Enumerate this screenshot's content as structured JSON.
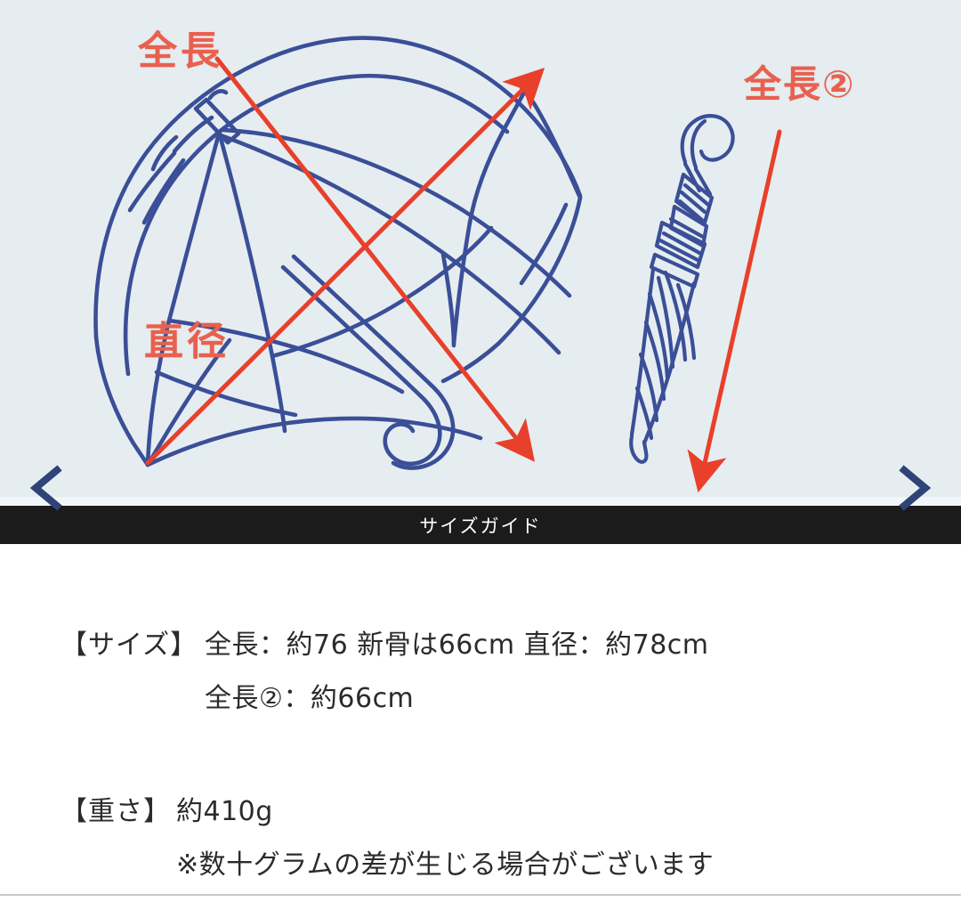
{
  "carousel": {
    "background_color": "#e6edf1",
    "prev_label": "previous-slide",
    "next_label": "next-slide",
    "caption": "サイズガイド",
    "caption_bar_color": "#1b1b1b"
  },
  "diagram": {
    "line_color": "#3a4f97",
    "annotation_color": "#e8604e",
    "annotations": [
      {
        "id": "zenchou",
        "text": "全長"
      },
      {
        "id": "chokkei",
        "text": "直径"
      },
      {
        "id": "zenchou2",
        "text": "全長②"
      }
    ]
  },
  "specs": {
    "size": {
      "key": "【サイズ】",
      "line1": "全長：約76 新骨は66cm  直径：約78cm",
      "line2": "全長②：約66cm"
    },
    "weight": {
      "key": "【重さ】",
      "line1": "約410g",
      "line2": "※数十グラムの差が生じる場合がございます"
    }
  }
}
